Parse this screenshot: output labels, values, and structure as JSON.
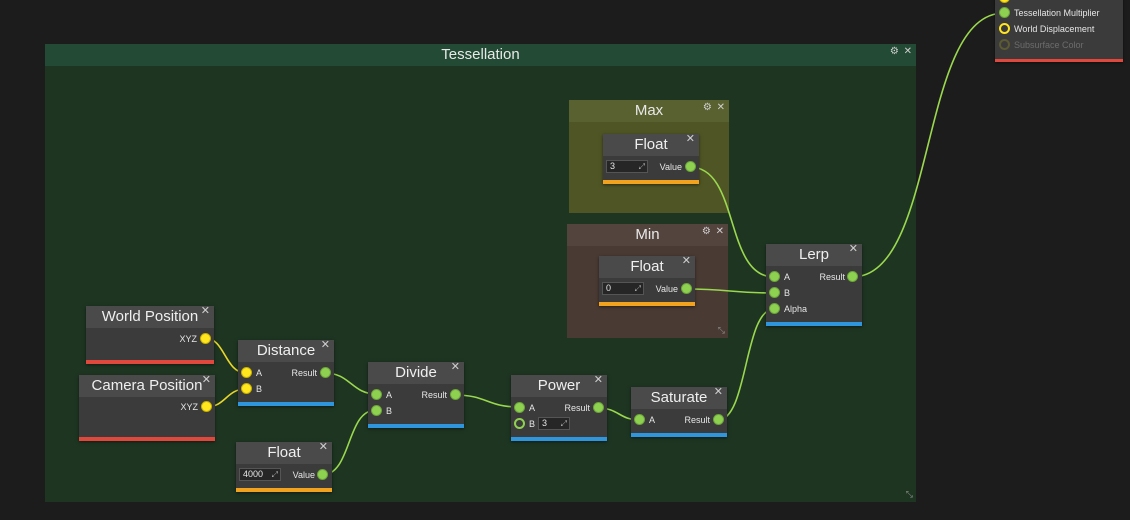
{
  "groups": {
    "tessellation": {
      "title": "Tessellation",
      "icons": [
        "gear-icon",
        "close-icon"
      ]
    },
    "max": {
      "title": "Max"
    },
    "min": {
      "title": "Min"
    }
  },
  "icons": {
    "gear": "⚙",
    "close": "✕",
    "resize": "⤡",
    "expand": "⤢"
  },
  "nodes": {
    "world_position": {
      "title": "World Position",
      "out": "XYZ",
      "bar_color": "#e0483e"
    },
    "camera_position": {
      "title": "Camera Position",
      "out": "XYZ",
      "bar_color": "#e0483e"
    },
    "distance": {
      "title": "Distance",
      "in_a": "A",
      "in_b": "B",
      "out": "Result",
      "bar_color": "#2f96dd"
    },
    "float_4000": {
      "title": "Float",
      "value": "4000",
      "out": "Value",
      "bar_color": "#f1a21e"
    },
    "divide": {
      "title": "Divide",
      "in_a": "A",
      "in_b": "B",
      "out": "Result",
      "bar_color": "#2f96dd"
    },
    "power": {
      "title": "Power",
      "in_a": "A",
      "in_b": "B",
      "b_value": "3",
      "out": "Result",
      "bar_color": "#2f96dd"
    },
    "saturate": {
      "title": "Saturate",
      "in_a": "A",
      "out": "Result",
      "bar_color": "#2f96dd"
    },
    "float_max": {
      "title": "Float",
      "value": "3",
      "out": "Value",
      "bar_color": "#f1a21e"
    },
    "float_min": {
      "title": "Float",
      "value": "0",
      "out": "Value",
      "bar_color": "#f1a21e"
    },
    "lerp": {
      "title": "Lerp",
      "in_a": "A",
      "in_b": "B",
      "in_alpha": "Alpha",
      "out": "Result",
      "bar_color": "#2f96dd"
    }
  },
  "material_output": {
    "pins": [
      {
        "label": "Tessellation Multiplier",
        "state": "connected"
      },
      {
        "label": "World Displacement",
        "state": "open"
      },
      {
        "label": "Subsurface Color",
        "state": "disabled"
      }
    ],
    "bar_color": "#e0483e"
  },
  "colors": {
    "wire": "#9ad84e",
    "wire_yellow": "#e8d62a",
    "group_tessellation": "#1e3522",
    "group_tessellation_header": "#234a34",
    "group_max": "#4f5525",
    "group_max_header": "#5a6130",
    "group_min": "#4a3a34",
    "group_min_header": "#54443e"
  }
}
